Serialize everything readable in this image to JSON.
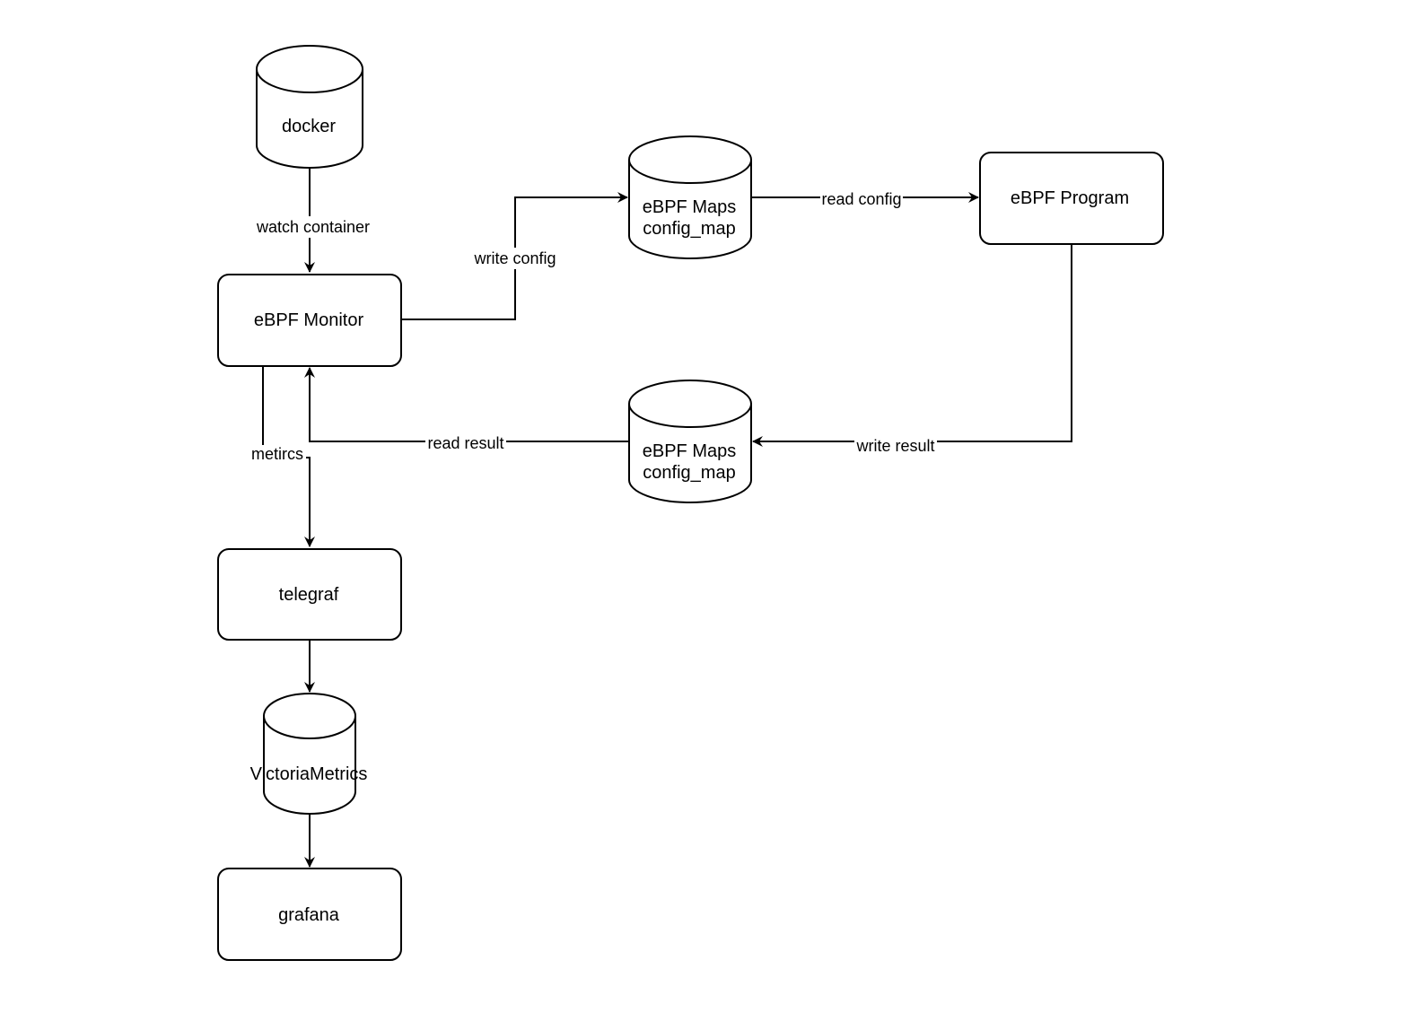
{
  "nodes": {
    "docker": "docker",
    "ebpf_monitor": "eBPF Monitor",
    "ebpf_maps_config_line1": "eBPF Maps",
    "ebpf_maps_config_line2": "config_map",
    "ebpf_program": "eBPF Program",
    "ebpf_maps_result_line1": "eBPF Maps",
    "ebpf_maps_result_line2": "config_map",
    "telegraf": "telegraf",
    "victoriametrics": "VictoriaMetrics",
    "grafana": "grafana"
  },
  "edges": {
    "watch_container": "watch container",
    "write_config": "write config",
    "read_config": "read config",
    "write_result": "write result",
    "read_result": "read result",
    "metrics": "metircs"
  }
}
